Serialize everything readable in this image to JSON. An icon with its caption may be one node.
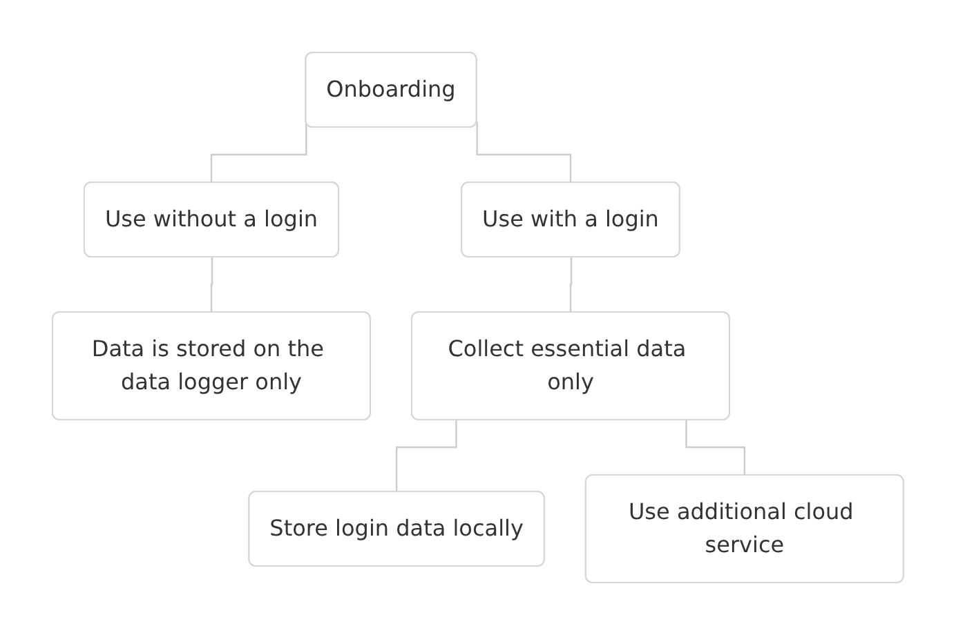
{
  "diagram": {
    "nodes": [
      {
        "text": [
          "Onboarding"
        ]
      },
      {
        "text": [
          "Use without a login"
        ]
      },
      {
        "text": [
          "Use with a login"
        ]
      },
      {
        "text": [
          "Data is stored on the data logger only"
        ]
      },
      {
        "text": [
          "Collect essential data only"
        ]
      },
      {
        "text": [
          "Store login data locally"
        ]
      },
      {
        "text": [
          "Use additional cloud service"
        ]
      }
    ],
    "edges": [
      {
        "from": 0,
        "to": 1,
        "arrow": "none"
      },
      {
        "from": 0,
        "to": 2,
        "arrow": "none"
      },
      {
        "from": 1,
        "to": 3,
        "arrow": "none"
      },
      {
        "from": 2,
        "to": 4,
        "arrow": "none"
      },
      {
        "from": 4,
        "to": 5,
        "arrow": "none"
      },
      {
        "from": 4,
        "to": 6,
        "arrow": "none"
      }
    ]
  }
}
